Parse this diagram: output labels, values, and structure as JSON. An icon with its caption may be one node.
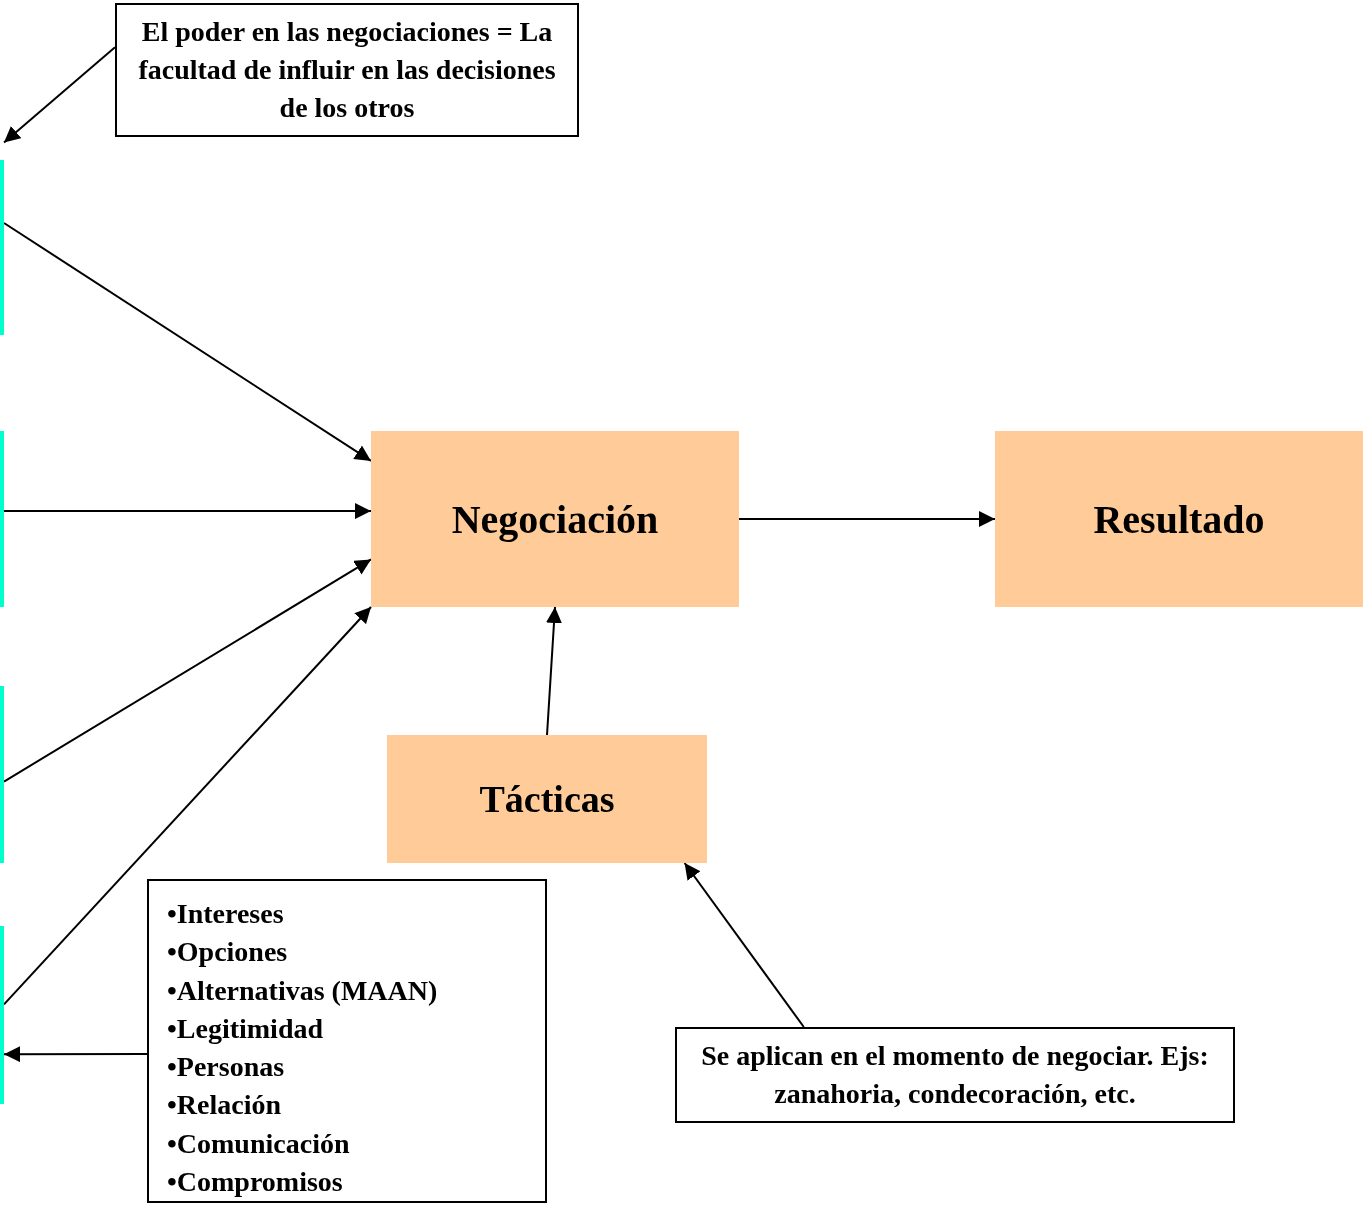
{
  "diagram": {
    "nodes": [
      {
        "text": [
          "El poder en las negociaciones = La facultad de influir en las decisiones de los otros"
        ]
      },
      {
        "text": [],
        "shape": "bar"
      },
      {
        "text": [],
        "shape": "bar"
      },
      {
        "text": [],
        "shape": "bar"
      },
      {
        "text": [],
        "shape": "bar"
      },
      {
        "text": [
          "Negociación"
        ]
      },
      {
        "text": [
          "Resultado"
        ]
      },
      {
        "text": [
          "Tácticas"
        ]
      },
      {
        "text": [
          "•Intereses",
          "•Opciones",
          "•Alternativas (MAAN)",
          "•Legitimidad",
          "•Personas",
          "•Relación",
          "•Comunicación",
          "•Compromisos"
        ]
      },
      {
        "text": [
          "Se aplican en el momento de negociar. Ejs: zanahoria, condecoración, etc."
        ]
      }
    ],
    "edges": [
      {
        "from": 0,
        "to": 1,
        "arrow": "to"
      },
      {
        "from": 1,
        "to": 5,
        "arrow": "to"
      },
      {
        "from": 2,
        "to": 5,
        "arrow": "to"
      },
      {
        "from": 3,
        "to": 5,
        "arrow": "to"
      },
      {
        "from": 4,
        "to": 5,
        "arrow": "to"
      },
      {
        "from": 5,
        "to": 6,
        "arrow": "to"
      },
      {
        "from": 7,
        "to": 5,
        "arrow": "to"
      },
      {
        "from": 9,
        "to": 7,
        "arrow": "to"
      },
      {
        "from": 8,
        "to": 4,
        "arrow": "to"
      }
    ]
  }
}
